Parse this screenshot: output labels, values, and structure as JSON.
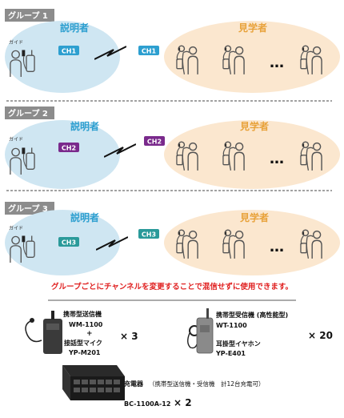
{
  "groups": [
    {
      "tag": "グループ 1",
      "speaker_label": "説明者",
      "listener_label": "見学者",
      "guide_label": "ガイド",
      "tx_channel": "CH1",
      "rx_channel": "CH1",
      "channel_color": "#2d9fd0"
    },
    {
      "tag": "グループ 2",
      "speaker_label": "説明者",
      "listener_label": "見学者",
      "guide_label": "ガイド",
      "tx_channel": "CH2",
      "rx_channel": "CH2",
      "channel_color": "#7a2a8c"
    },
    {
      "tag": "グループ 3",
      "speaker_label": "説明者",
      "listener_label": "見学者",
      "guide_label": "ガイド",
      "tx_channel": "CH3",
      "rx_channel": "CH3",
      "channel_color": "#2a9a9a"
    }
  ],
  "ellipsis": "…",
  "note": "グループごとにチャンネルを変更することで混信せずに使用できます。",
  "products": {
    "transmitter": {
      "name": "携帯型送信機",
      "model": "WM-1100",
      "plus": "+",
      "accessory_name": "接話型マイク",
      "accessory_model": "YP-M201",
      "quantity": "× 3"
    },
    "receiver": {
      "name": "携帯型受信機 (高性能型)",
      "model": "WT-1100",
      "accessory_name": "耳掛型イヤホン",
      "accessory_model": "YP-E401",
      "quantity": "× 20"
    },
    "charger": {
      "name": "充電器",
      "detail": "（携帯型送信機・受信機　計12台充電可）",
      "model": "BC-1100A-12",
      "quantity": "× 2"
    }
  },
  "colors": {
    "tag_bg": "#8c8c8c",
    "speaker_ellipse": "#cfe6f2",
    "listener_ellipse": "#fbe7cf",
    "speaker_text": "#2d9fd0",
    "listener_text": "#e8a23a",
    "note_text": "#e02020",
    "figure_stroke": "#555555"
  }
}
